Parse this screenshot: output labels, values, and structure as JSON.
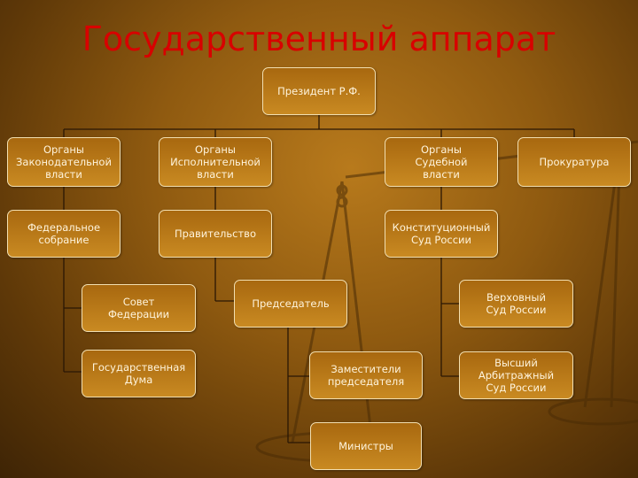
{
  "title": "Государственный аппарат",
  "president": "Президент Р.Ф.",
  "branches": {
    "legislative": "Органы\nЗаконодательной\nвласти",
    "executive": "Органы\nИсполнительной\nвласти",
    "judicial": "Органы\nСудебной\nвласти",
    "prosecution": "Прокуратура"
  },
  "legislative": {
    "assembly": "Федеральное\nсобрание",
    "council": "Совет\nФедерации",
    "duma": "Государственная\nДума"
  },
  "executive": {
    "government": "Правительство",
    "chairman": "Председатель",
    "deputies": "Заместители\nпредседателя",
    "ministers": "Министры"
  },
  "judicial": {
    "constitutional": "Конституционный\nСуд России",
    "supreme": "Верховный\nСуд России",
    "arbitration": "Высший\nАрбитражный\nСуд России"
  }
}
